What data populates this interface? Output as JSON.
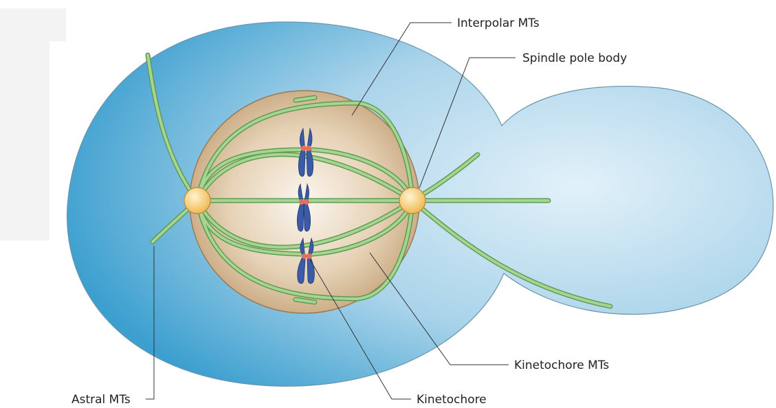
{
  "labels": {
    "interpolar": "Interpolar MTs",
    "spindle_pole": "Spindle pole body",
    "kinetochore_mts": "Kinetochore MTs",
    "kinetochore": "Kinetochore",
    "astral": "Astral MTs"
  },
  "colors": {
    "cell_dark": "#3fa3d1",
    "cell_light": "#d9ecf6",
    "nucleus_outer": "#b3926b",
    "nucleus_inner": "#f3ebdf",
    "microtubule": "#8fc47e",
    "microtubule_edge": "#5f9a54",
    "spb": "#f6c66a",
    "chromosome": "#3a5aa6",
    "centromere": "#e0705a"
  }
}
